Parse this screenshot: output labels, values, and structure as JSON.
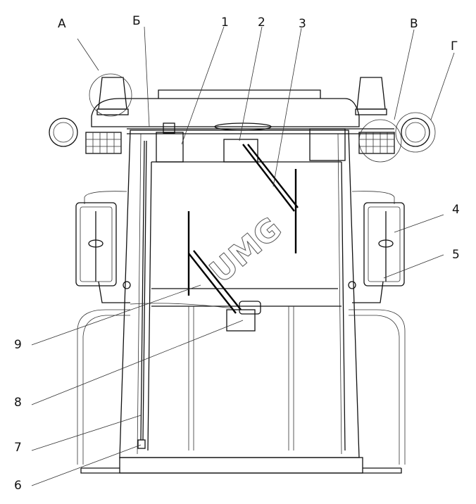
{
  "labels": {
    "A": "А",
    "B": "Б",
    "n1": "1",
    "n2": "2",
    "n3": "3",
    "V": "В",
    "G": "Г",
    "n4": "4",
    "n5": "5",
    "n6": "6",
    "n7": "7",
    "n8": "8",
    "n9": "9"
  },
  "watermark": "UMG"
}
